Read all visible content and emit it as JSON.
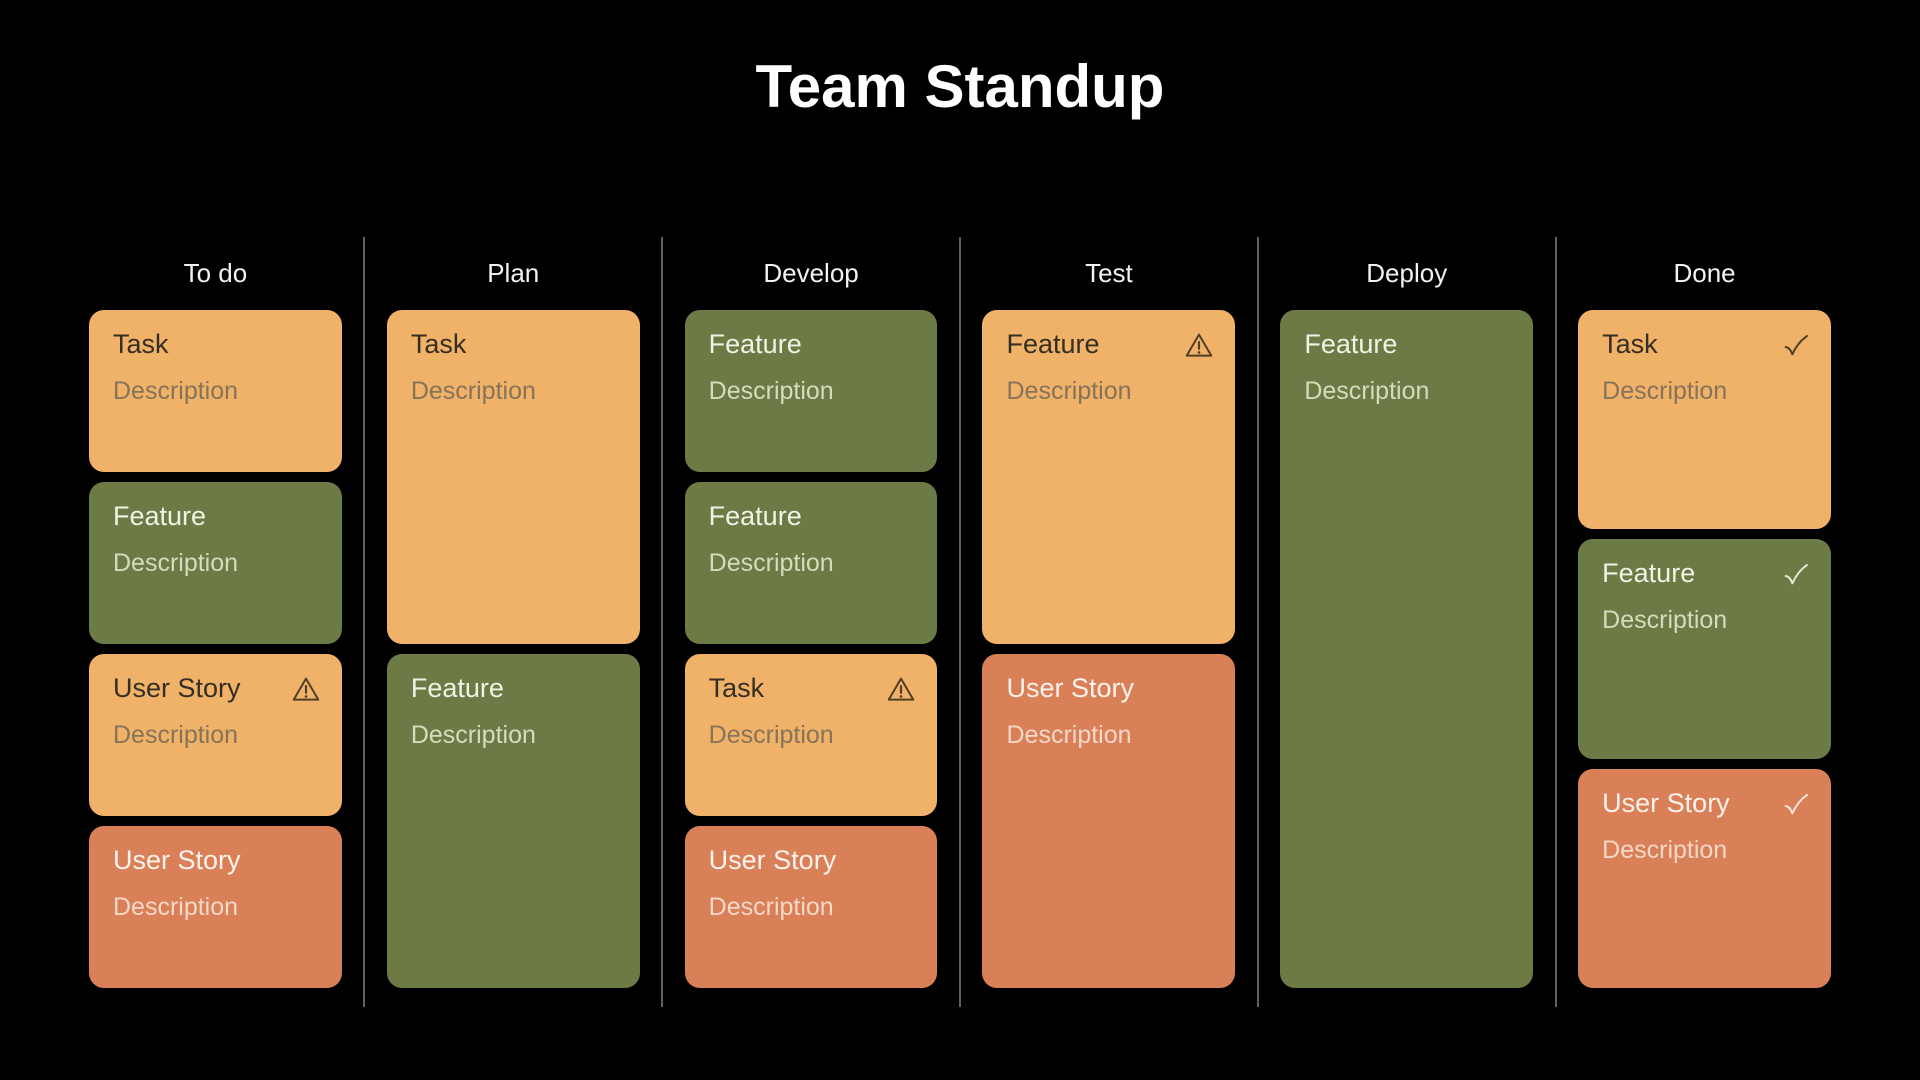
{
  "page": {
    "background": "#000000"
  },
  "colors": {
    "background": "#000000",
    "orange_card": "#f0b169",
    "green_card": "#6c7b45",
    "salmon_card": "#da8058",
    "divider": "#5f5f5f",
    "title_text": "#ffffff",
    "column_header_text": "#f2f2f2"
  },
  "icons": {
    "warning": "warning-triangle-exclamation-outline",
    "check": "curved-checkmark-outline"
  },
  "board": {
    "title": "Team Standup",
    "columns": [
      {
        "key": "todo",
        "name": "To do",
        "cards": [
          {
            "title": "Task",
            "description": "Description",
            "color": "orange",
            "rows": 3,
            "icon": "none"
          },
          {
            "title": "Feature",
            "description": "Description",
            "color": "green",
            "rows": 3,
            "icon": "none"
          },
          {
            "title": "User Story",
            "description": "Description",
            "color": "orange",
            "rows": 3,
            "icon": "warning"
          },
          {
            "title": "User Story",
            "description": "Description",
            "color": "salmon",
            "rows": 3,
            "icon": "none"
          }
        ]
      },
      {
        "key": "plan",
        "name": "Plan",
        "cards": [
          {
            "title": "Task",
            "description": "Description",
            "color": "orange",
            "rows": 6,
            "icon": "none"
          },
          {
            "title": "Feature",
            "description": "Description",
            "color": "green",
            "rows": 6,
            "icon": "none"
          }
        ]
      },
      {
        "key": "develop",
        "name": "Develop",
        "cards": [
          {
            "title": "Feature",
            "description": "Description",
            "color": "green",
            "rows": 3,
            "icon": "none"
          },
          {
            "title": "Feature",
            "description": "Description",
            "color": "green",
            "rows": 3,
            "icon": "none"
          },
          {
            "title": "Task",
            "description": "Description",
            "color": "orange",
            "rows": 3,
            "icon": "warning"
          },
          {
            "title": "User Story",
            "description": "Description",
            "color": "salmon",
            "rows": 3,
            "icon": "none"
          }
        ]
      },
      {
        "key": "test",
        "name": "Test",
        "cards": [
          {
            "title": "Feature",
            "description": "Description",
            "color": "orange",
            "rows": 6,
            "icon": "warning"
          },
          {
            "title": "User Story",
            "description": "Description",
            "color": "salmon",
            "rows": 6,
            "icon": "none"
          }
        ]
      },
      {
        "key": "deploy",
        "name": "Deploy",
        "cards": [
          {
            "title": "Feature",
            "description": "Description",
            "color": "green",
            "rows": 12,
            "icon": "none"
          }
        ]
      },
      {
        "key": "done",
        "name": "Done",
        "cards": [
          {
            "title": "Task",
            "description": "Description",
            "color": "orange",
            "rows": 4,
            "icon": "check"
          },
          {
            "title": "Feature",
            "description": "Description",
            "color": "green",
            "rows": 4,
            "icon": "check"
          },
          {
            "title": "User Story",
            "description": "Description",
            "color": "salmon",
            "rows": 4,
            "icon": "check"
          }
        ]
      }
    ]
  }
}
